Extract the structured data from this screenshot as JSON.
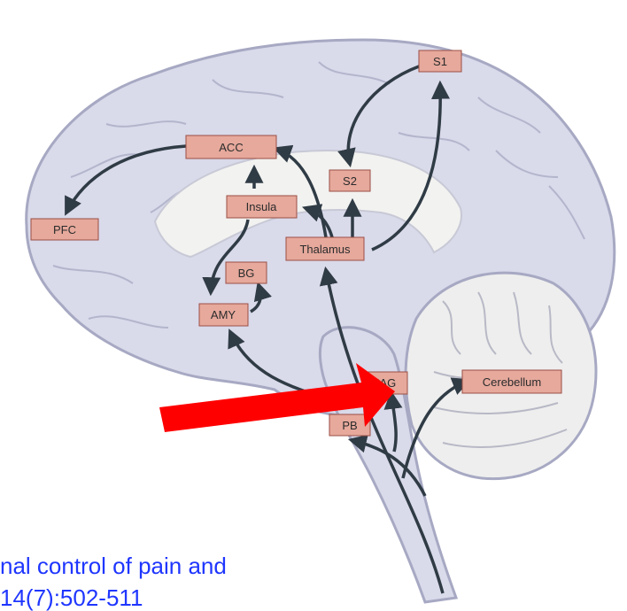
{
  "regions": {
    "s1": "S1",
    "acc": "ACC",
    "s2": "S2",
    "insula": "Insula",
    "pfc": "PFC",
    "thalamus": "Thalamus",
    "bg": "BG",
    "amy": "AMY",
    "pag": "PAG",
    "cerebellum": "Cerebellum",
    "pb": "PB"
  },
  "caption": {
    "line1": "nal control of pain and",
    "line2": "14(7):502-511"
  },
  "colors": {
    "brain_fill": "#d9daea",
    "brain_outline": "#a7a9c3",
    "inner_white": "#f2f2f0",
    "label_box": "#e6a99c",
    "label_border": "#9b4f45",
    "pathway": "#2f3b45",
    "highlight_arrow": "#ff0000",
    "caption_text": "#1f36ff"
  },
  "icons": {
    "highlight": "red-arrow-icon"
  }
}
